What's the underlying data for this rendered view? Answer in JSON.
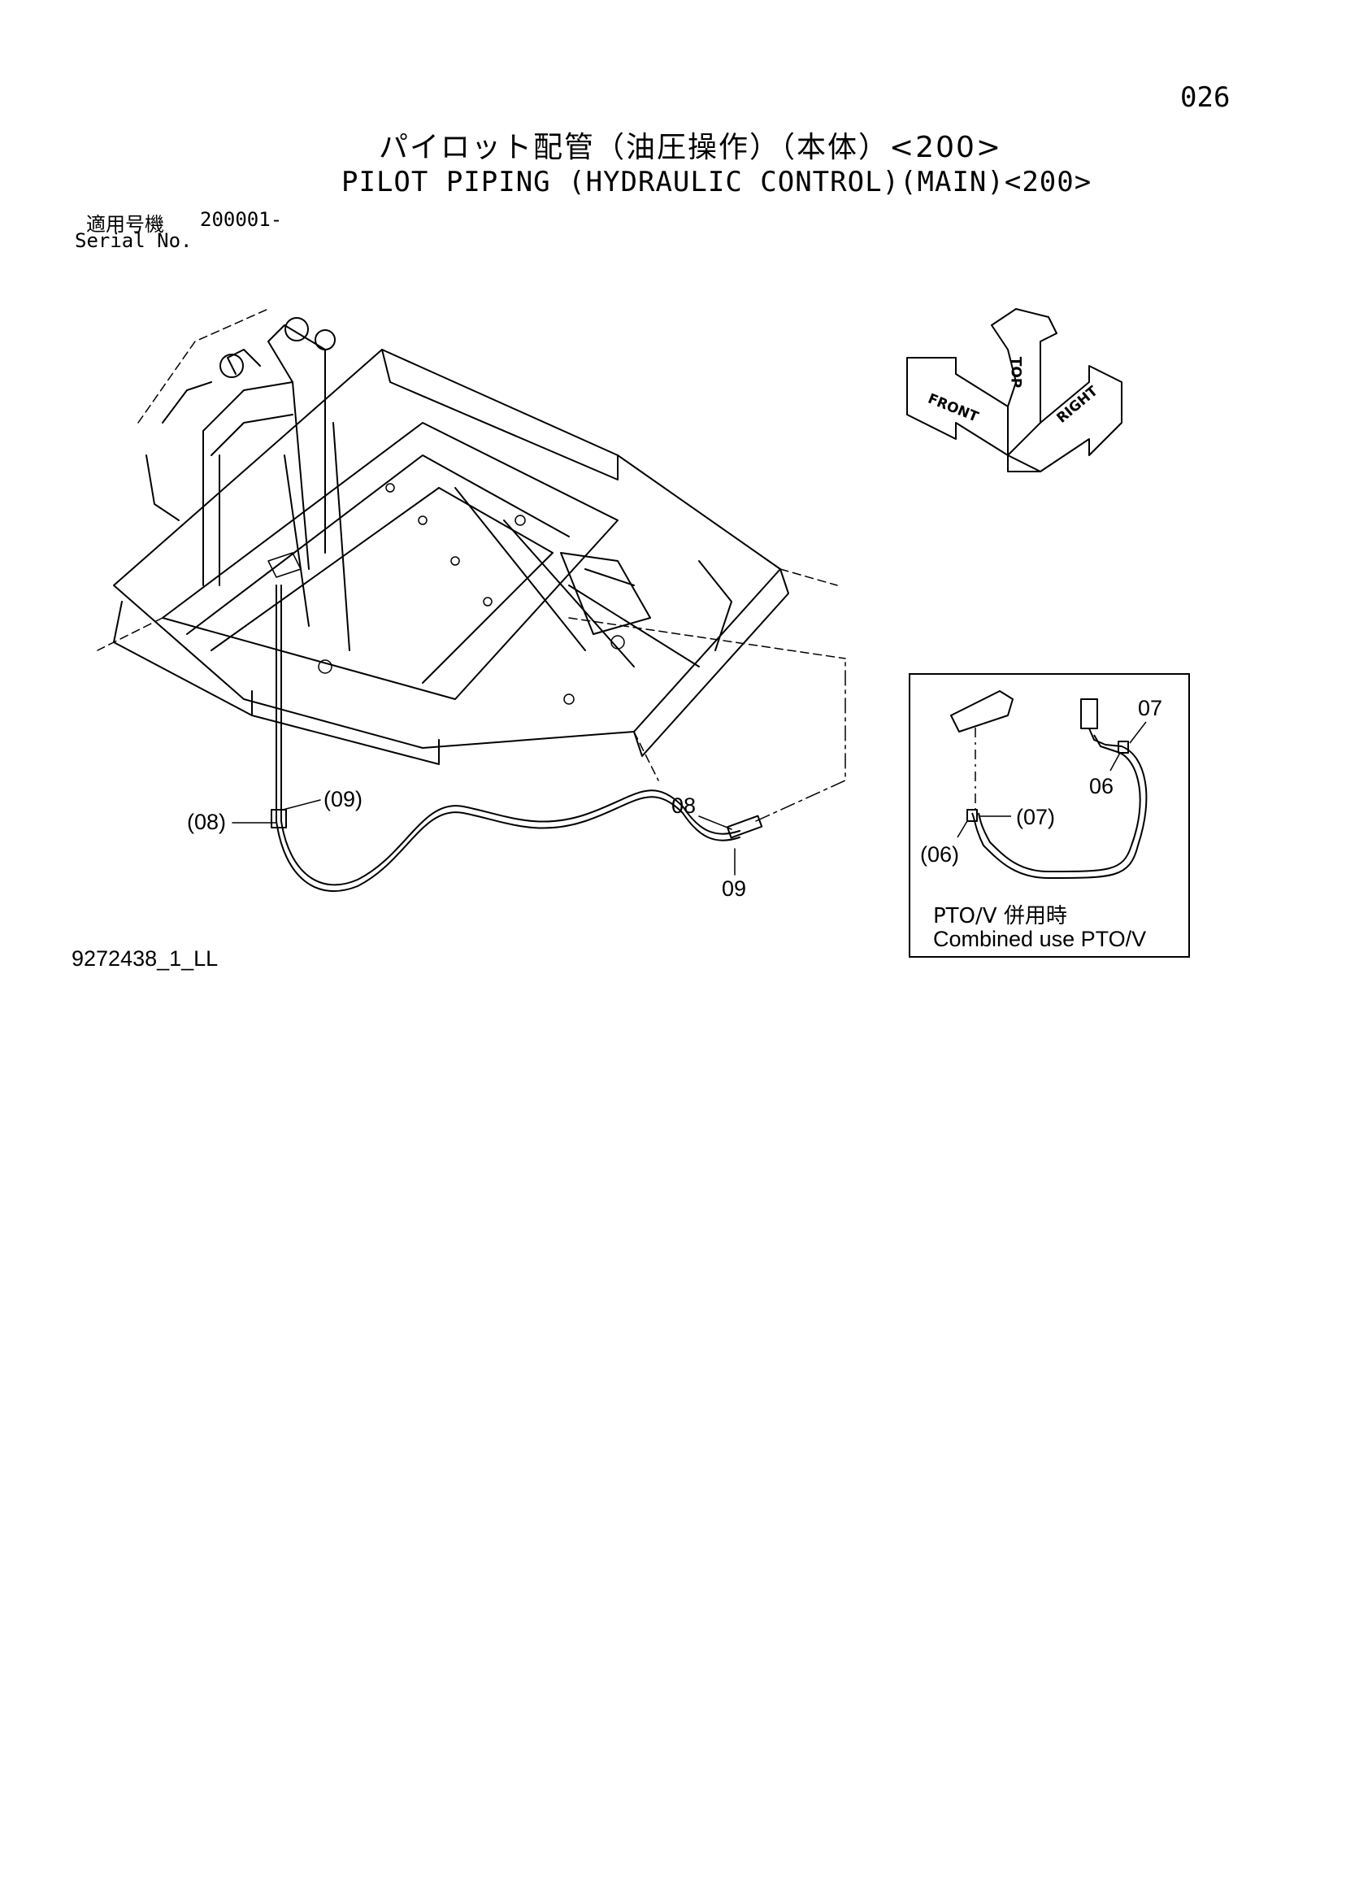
{
  "header": {
    "page_number": "026",
    "title_ja": "パイロット配管（油圧操作）（本体）<200>",
    "title_en": "PILOT  PIPING (HYDRAULIC CONTROL)(MAIN)<200>"
  },
  "serial": {
    "label_ja": "適用号機",
    "value": "200001-",
    "label_en": "Serial No."
  },
  "orientation": {
    "labels": [
      "FRONT",
      "TOP",
      "RIGHT"
    ]
  },
  "main_callouts": {
    "c08_paren": "(08)",
    "c09_paren": "(09)",
    "c08": "08",
    "c09": "09"
  },
  "inset": {
    "callouts": {
      "c07": "07",
      "c06": "06",
      "c07_paren": "(07)",
      "c06_paren": "(06)"
    },
    "note_ja": "PTO/V 併用時",
    "note_en": "Combined use PTO/V"
  },
  "footer": {
    "drawing_number": "9272438_1_LL"
  }
}
